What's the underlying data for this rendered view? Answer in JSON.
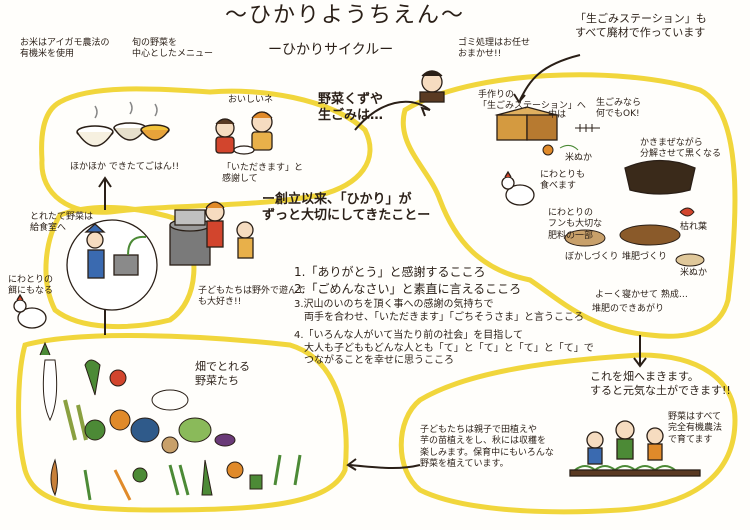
{
  "header": {
    "title": "〜ひかりようちえん〜",
    "subtitle": "ーひかりサイクルー"
  },
  "notes": {
    "rice": "お米はアイガモ農法の\n有機米を使用",
    "seasonal_veg": "旬の野菜を\n中心としたメニュー",
    "oishii": "おいしいネ",
    "itadakimasu": "「いただきます」と\n感謝して",
    "cooked_rice": "ほかほか できたてごはん!!",
    "harvest_veg": "とれたて野菜は\n給食室へ",
    "chickens_help": "にわとりの\n餌にもなる",
    "child_play": "子どもたちは野外で遊んで\nも大好き!!",
    "station_man": "ゴミ処理はお任せ\nおまかせ!!",
    "station_label": "手作りの\n「生ごみステーション」へ",
    "station_note": "「生ごみステーション」も\nすべて廃材で作っています",
    "veg_scraps": "野菜くずや\n生ごみは…",
    "inside": "中は",
    "anything_ok": "生ごみなら\n何でもOK!",
    "rice_bran1": "米ぬか",
    "mix": "かきまぜながら\n分解させて黒くなる",
    "chicken_eat": "にわとりも\n食べます",
    "chicken_use": "にわとりの\nフンも大切な\n肥料の一部",
    "fallen_leaves": "枯れ葉",
    "rice_bran2": "米ぬか",
    "bokashi": "ぼかしづくり",
    "compost": "堆肥づくり",
    "aging": "よーく寝かせて 熟成…",
    "compost_done": "堆肥のできあがり",
    "spread": "これを畑へまきます。\nすると元気な土ができます!!",
    "organic": "野菜はすべて\n完全有機農法\nで育てます",
    "kids_plant": "子どもたちは親子で田植えや\n芋の苗植えをし、秋には収穫を\n楽しみます。保育中にもいろんな\n野菜を植えています。",
    "field_veg": "畑でとれる\n野菜たち"
  },
  "principles": {
    "heading": "ー創立以来、「ひかり」が\nずっと大切にしてきたことー",
    "items": [
      "1.「ありがとう」と感謝するこころ",
      "2.「ごめんなさい」と素直に言えるこころ",
      "3.沢山のいのちを頂く事への感謝の気持ちで\n　両手を合わせ、「いただきます」「ごちそうさま」と言うこころ",
      "4.「いろんな人がいて当たり前の社会」を目指して\n　大人も子どももどんな人とも「て」と「て」と「て」と「て」で\n　つながることを幸せに思うこころ"
    ]
  },
  "colors": {
    "loop": "#f1d63c",
    "ink": "#2a1f17",
    "veg_green": "#4c8a36",
    "veg_orange": "#e08a2a",
    "veg_red": "#d2452d",
    "veg_purple": "#6a3a78",
    "soil": "#5a3a22"
  }
}
